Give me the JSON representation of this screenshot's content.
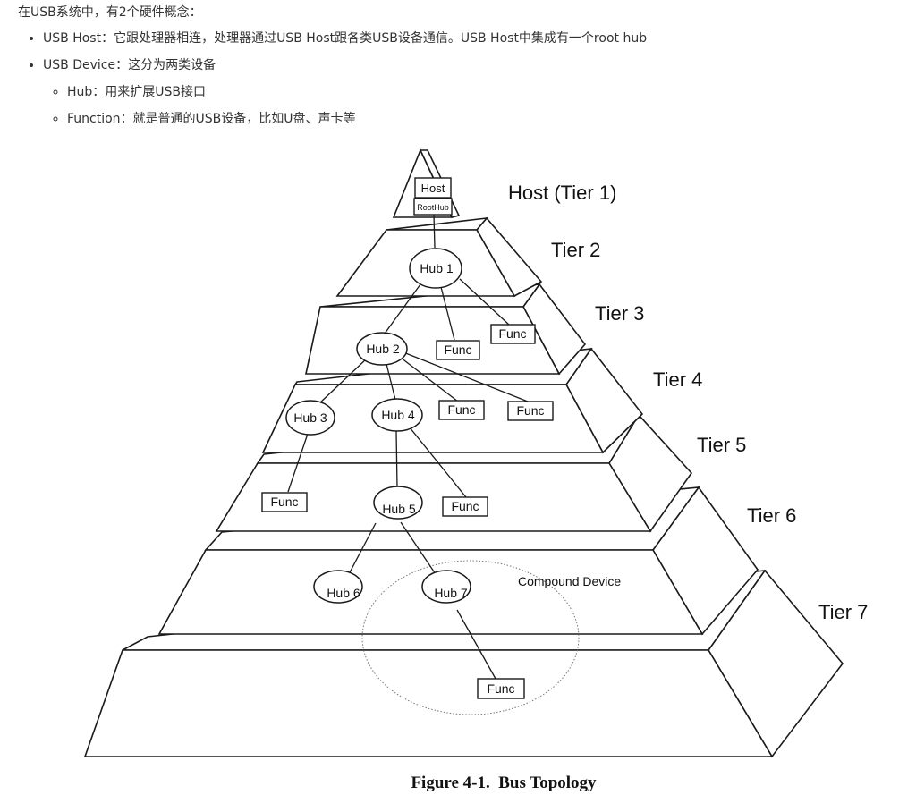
{
  "intro": "在USB系统中，有2个硬件概念：",
  "bullets": [
    {
      "text": "USB Host：它跟处理器相连，处理器通过USB Host跟各类USB设备通信。USB Host中集成有一个root hub"
    },
    {
      "text": "USB Device：这分为两类设备",
      "children": [
        {
          "text": "Hub：用来扩展USB接口"
        },
        {
          "text": "Function：就是普通的USB设备，比如U盘、声卡等"
        }
      ]
    }
  ],
  "diagram": {
    "tiers": [
      "Host (Tier 1)",
      "Tier 2",
      "Tier 3",
      "Tier 4",
      "Tier 5",
      "Tier 6",
      "Tier 7"
    ],
    "host_box": {
      "host": "Host",
      "roothub": "RootHub"
    },
    "hubs": [
      "Hub 1",
      "Hub 2",
      "Hub 3",
      "Hub 4",
      "Hub 5",
      "Hub 6",
      "Hub 7"
    ],
    "func_label": "Func",
    "compound_label": "Compound Device",
    "caption": "Figure 4-1.  Bus Topology"
  }
}
